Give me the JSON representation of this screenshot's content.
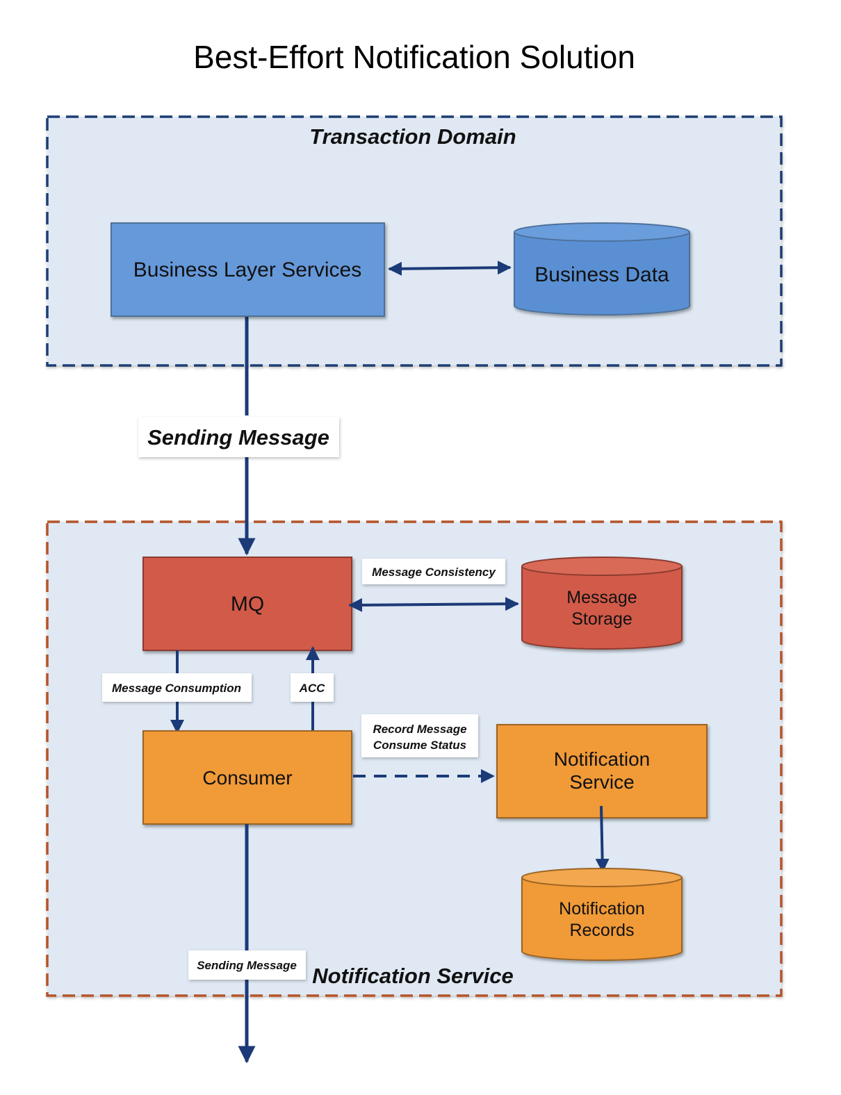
{
  "title": "Best-Effort Notification Solution",
  "colors": {
    "transaction_border": "#1f3c73",
    "notification_border": "#b5532a",
    "domain_fill": "#dfe8f3",
    "blue_fill": "#6699d9",
    "red_fill": "#d25a48",
    "orange_fill": "#f09a38",
    "arrow": "#1b3a78"
  },
  "domains": {
    "transaction": {
      "label": "Transaction Domain"
    },
    "notification": {
      "label": "Notification Service"
    }
  },
  "nodes": {
    "business_layer": {
      "label": "Business Layer Services"
    },
    "business_data": {
      "label": "Business Data"
    },
    "mq": {
      "label": "MQ"
    },
    "message_storage": {
      "line1": "Message",
      "line2": "Storage"
    },
    "consumer": {
      "label": "Consumer"
    },
    "notification_service": {
      "line1": "Notification",
      "line2": "Service"
    },
    "notification_records": {
      "line1": "Notification",
      "line2": "Records"
    }
  },
  "edge_labels": {
    "sending_message_top": "Sending Message",
    "message_consistency": "Message Consistency",
    "message_consumption": "Message Consumption",
    "acc": "ACC",
    "record_status_line1": "Record Message",
    "record_status_line2": "Consume Status",
    "sending_message_bottom": "Sending Message"
  }
}
